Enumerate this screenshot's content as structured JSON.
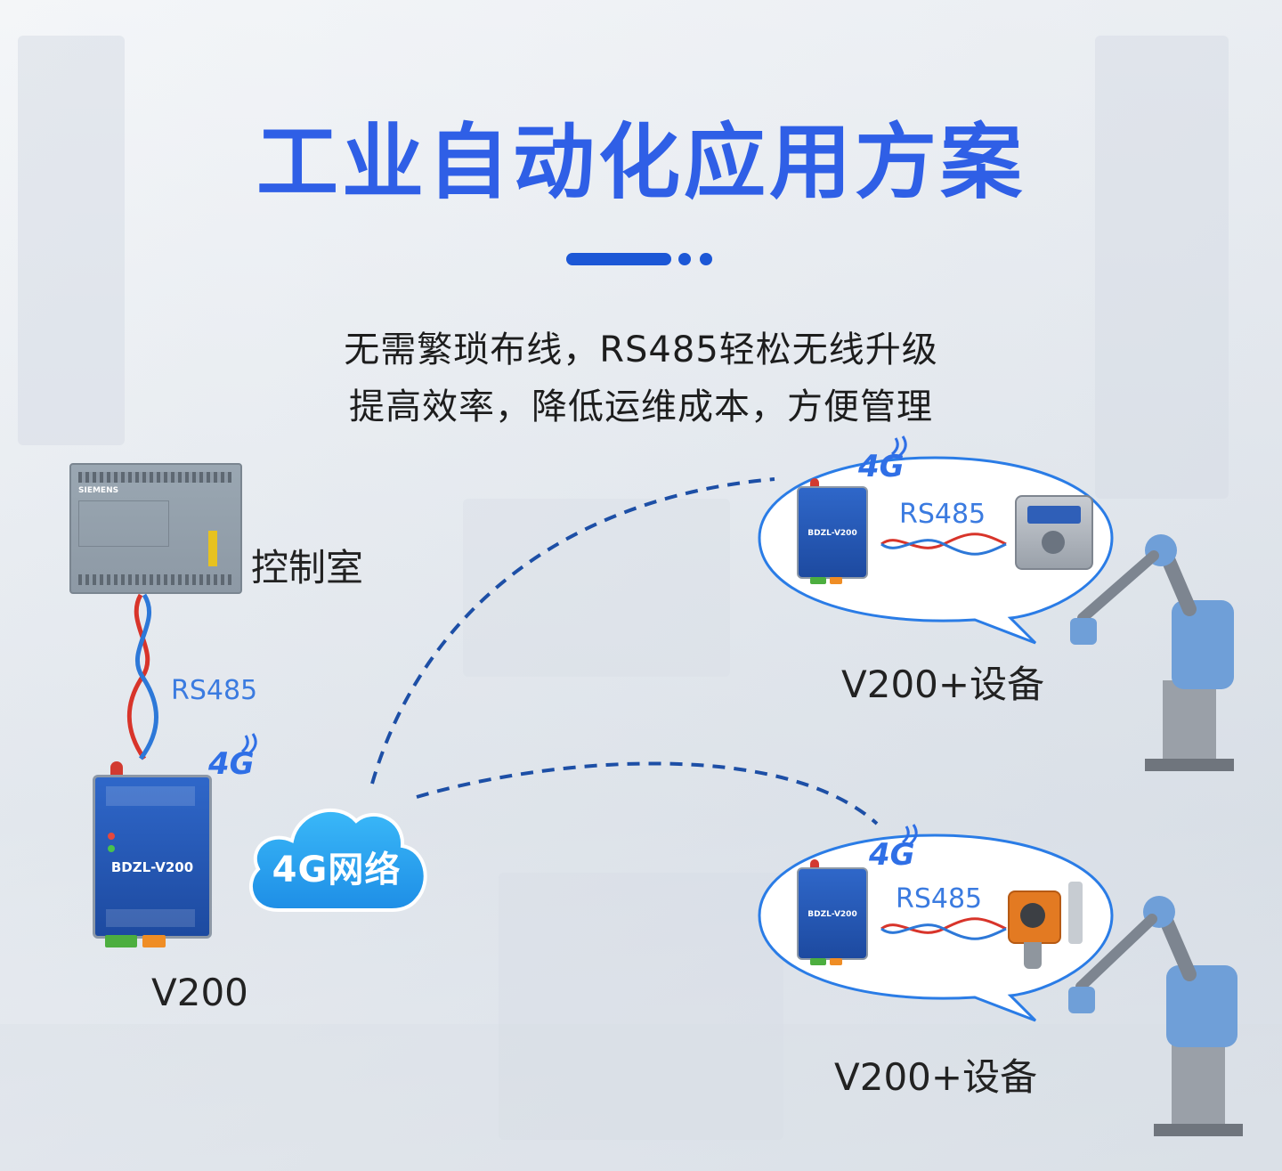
{
  "title": "工业自动化应用方案",
  "subtitle": {
    "line1": "无需繁琐布线，RS485轻松无线升级",
    "line2": "提高效率，降低运维成本，方便管理"
  },
  "control_room": {
    "label": "控制室",
    "plc_brand": "SIEMENS"
  },
  "local_link": {
    "protocol": "RS485",
    "signal": "4G"
  },
  "gateway": {
    "label": "V200",
    "model": "BDZL-V200"
  },
  "network": {
    "label": "4G网络"
  },
  "remote_nodes": [
    {
      "signal": "4G",
      "protocol": "RS485",
      "model": "BDZL-V200",
      "label": "V200+设备"
    },
    {
      "signal": "4G",
      "protocol": "RS485",
      "model": "BDZL-V200",
      "label": "V200+设备"
    }
  ],
  "colors": {
    "title": "#2f5fe6",
    "accent": "#1c57d6",
    "protocol_text": "#3b7be0",
    "cloud": "#2aa6f2",
    "link_dashes": "#1d4fa6"
  }
}
